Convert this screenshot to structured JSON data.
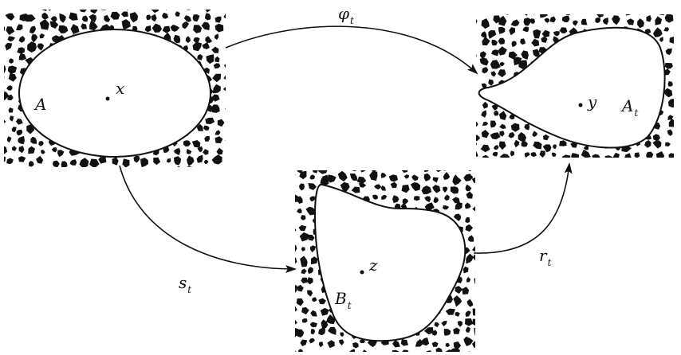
{
  "diagram": {
    "regions": [
      {
        "id": "A",
        "label": "A",
        "point_label": "x"
      },
      {
        "id": "At",
        "label": "A",
        "label_sub": "t",
        "point_label": "y"
      },
      {
        "id": "Bt",
        "label": "B",
        "label_sub": "t",
        "point_label": "z"
      }
    ],
    "maps": [
      {
        "id": "phi",
        "label": "φ",
        "label_sub": "t",
        "from": "A",
        "to": "At"
      },
      {
        "id": "s",
        "label": "s",
        "label_sub": "t",
        "from": "A",
        "to": "Bt"
      },
      {
        "id": "r",
        "label": "r",
        "label_sub": "t",
        "from": "Bt",
        "to": "At"
      }
    ],
    "colors": {
      "ink": "#111111",
      "background": "#ffffff"
    }
  }
}
